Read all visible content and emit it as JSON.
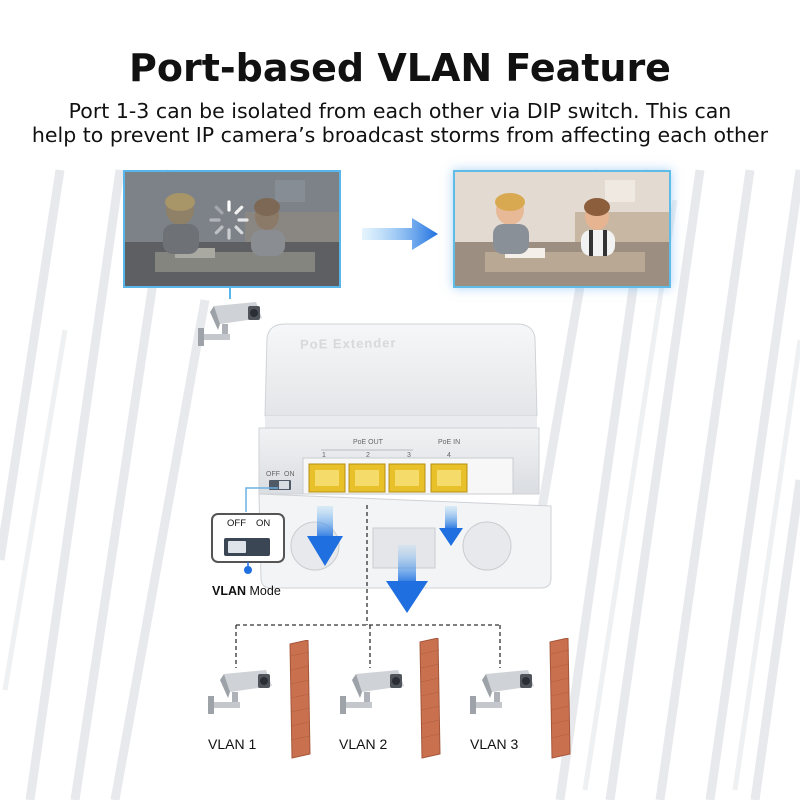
{
  "header": {
    "title": "Port-based VLAN Feature",
    "subtitle_line1": "Port 1-3 can be isolated from each other via DIP switch. This can",
    "subtitle_line2": "help to prevent IP camera’s broadcast storms from affecting each other"
  },
  "device": {
    "brand_text": "PoE Extender",
    "poe_out_label": "PoE OUT",
    "poe_in_label": "PoE IN",
    "port_numbers": [
      "1",
      "2",
      "3",
      "4"
    ],
    "switch_small_off": "OFF",
    "switch_small_on": "ON"
  },
  "dip_switch": {
    "off_label": "OFF",
    "on_label": "ON",
    "mode_prefix": "VLAN",
    "mode_suffix": " Mode"
  },
  "vlans": [
    "VLAN 1",
    "VLAN 2",
    "VLAN 3"
  ],
  "colors": {
    "accent_blue": "#2f7fe0",
    "photo_border": "#59b6ea",
    "brick": "#c9714f",
    "port_yellow": "#e8c12a"
  }
}
